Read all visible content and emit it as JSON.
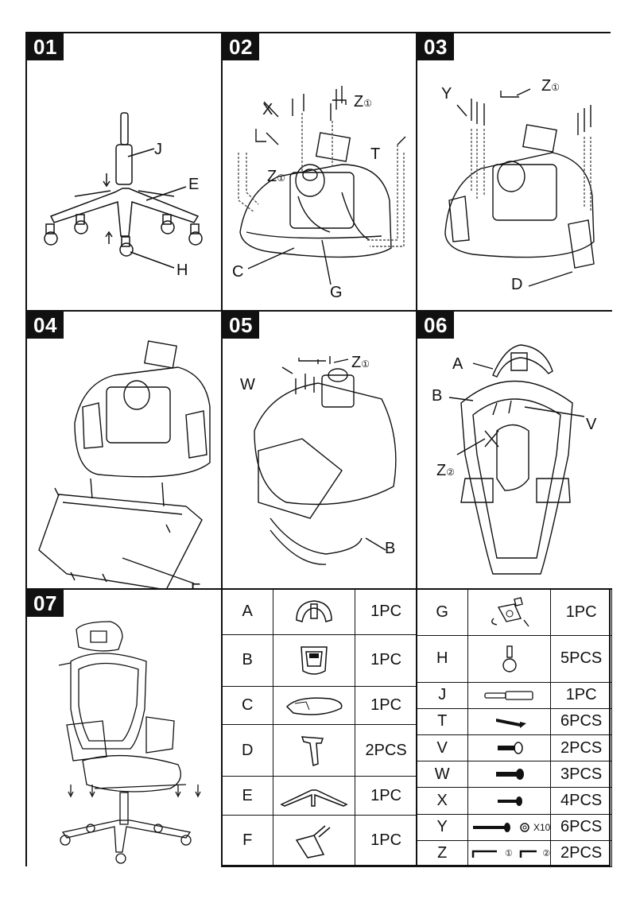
{
  "steps": [
    {
      "num": "01",
      "labels": {
        "J": "J",
        "E": "E",
        "H": "H"
      }
    },
    {
      "num": "02",
      "labels": {
        "X": "X",
        "Z": "Z",
        "Z_sub": "①",
        "Z2": "Z",
        "Z2_sub": "①",
        "T": "T",
        "C": "C",
        "G": "G"
      }
    },
    {
      "num": "03",
      "labels": {
        "Y": "Y",
        "Z": "Z",
        "Z_sub": "①",
        "D": "D"
      }
    },
    {
      "num": "04",
      "labels": {
        "F": "F"
      }
    },
    {
      "num": "05",
      "labels": {
        "W": "W",
        "Z": "Z",
        "Z_sub": "①",
        "B": "B"
      }
    },
    {
      "num": "06",
      "labels": {
        "A": "A",
        "B": "B",
        "V": "V",
        "Z": "Z",
        "Z_sub": "②"
      }
    },
    {
      "num": "07",
      "labels": {}
    }
  ],
  "parts_left": [
    {
      "code": "A",
      "qty": "1PC",
      "icon": "headrest-icon"
    },
    {
      "code": "B",
      "qty": "1PC",
      "icon": "backrest-icon"
    },
    {
      "code": "C",
      "qty": "1PC",
      "icon": "seat-icon"
    },
    {
      "code": "D",
      "qty": "2PCS",
      "icon": "armrest-icon"
    },
    {
      "code": "E",
      "qty": "1PC",
      "icon": "base-icon"
    },
    {
      "code": "F",
      "qty": "1PC",
      "icon": "footrest-icon"
    }
  ],
  "parts_right": [
    {
      "code": "G",
      "qty": "1PC",
      "icon": "mechanism-icon"
    },
    {
      "code": "H",
      "qty": "5PCS",
      "icon": "caster-icon"
    },
    {
      "code": "J",
      "qty": "1PC",
      "icon": "gas-lift-icon"
    },
    {
      "code": "T",
      "qty": "6PCS",
      "icon": "screw-t-icon"
    },
    {
      "code": "V",
      "qty": "2PCS",
      "icon": "screw-v-icon"
    },
    {
      "code": "W",
      "qty": "3PCS",
      "icon": "screw-w-icon"
    },
    {
      "code": "X",
      "qty": "4PCS",
      "icon": "screw-x-icon"
    },
    {
      "code": "Y",
      "qty": "6PCS",
      "icon": "screw-y-icon",
      "extra": "X10"
    },
    {
      "code": "Z",
      "qty": "2PCS",
      "icon": "allen-key-icon",
      "sub1": "①",
      "sub2": "②"
    }
  ]
}
